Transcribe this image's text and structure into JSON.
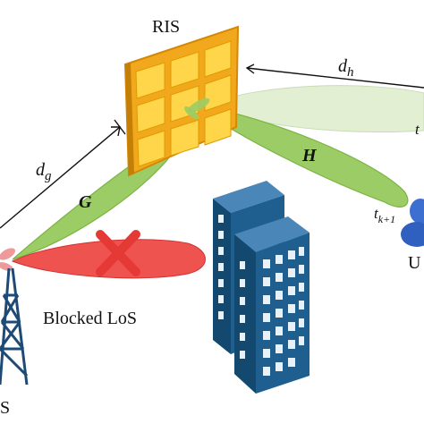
{
  "labels": {
    "ris": "RIS",
    "d_h_main": "d",
    "d_h_sub": "h",
    "d_g_main": "d",
    "d_g_sub": "g",
    "H": "H",
    "G": "G",
    "t_k1_main": "t",
    "t_k1_sub": "k+1",
    "t_right": "t",
    "blocked": "Blocked LoS",
    "user_partial": "U",
    "bs_partial": "S"
  },
  "colors": {
    "ris_panel": "#f2a81d",
    "ris_cell": "#ffd54a",
    "beam_green": "#9ccc65",
    "beam_green_light": "#dcedc8",
    "beam_red": "#ef5350",
    "cross": "#e53935",
    "building_front": "#1f5f8f",
    "building_side": "#14496f",
    "window": "#e8f1f8",
    "tower": "#1e4a78",
    "user": "#3d6fd1"
  },
  "icons": [
    "ris-panel-icon",
    "building-icon",
    "tower-icon",
    "user-icon",
    "cross-icon"
  ]
}
